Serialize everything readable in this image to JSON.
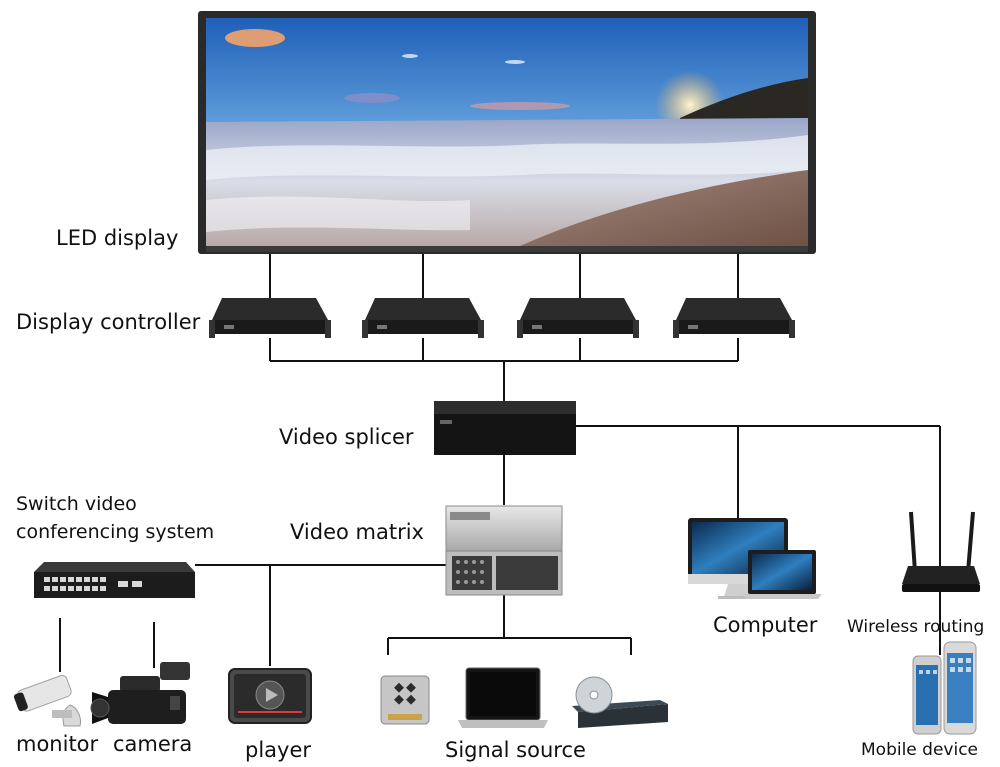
{
  "labels": {
    "led_display": "LED display",
    "display_controller": "Display controller",
    "video_splicer": "Video splicer",
    "switch_line1": "Switch video",
    "switch_line2": "conferencing system",
    "video_matrix": "Video matrix",
    "computer": "Computer",
    "wireless_routing": "Wireless routing",
    "monitor": "monitor",
    "camera": "camera",
    "player": "player",
    "signal_source": "Signal source",
    "mobile_device": "Mobile device"
  },
  "icons": {
    "led": "led-screen-icon",
    "controller": "display-controller-icon",
    "splicer": "video-splicer-icon",
    "matrix": "video-matrix-icon",
    "switch": "network-switch-icon",
    "computer": "computer-icon",
    "router": "wireless-router-icon",
    "phone": "mobile-phone-icon",
    "camera": "video-camera-icon",
    "cctv": "security-camera-icon",
    "player": "media-player-icon",
    "drive": "hard-drive-icon",
    "laptop": "laptop-icon",
    "dvd": "dvd-player-icon"
  },
  "colors": {
    "line": "#111111",
    "device": "#1b1b1b",
    "sky_top": "#1f5fb8",
    "sunset": "#f7b055"
  }
}
